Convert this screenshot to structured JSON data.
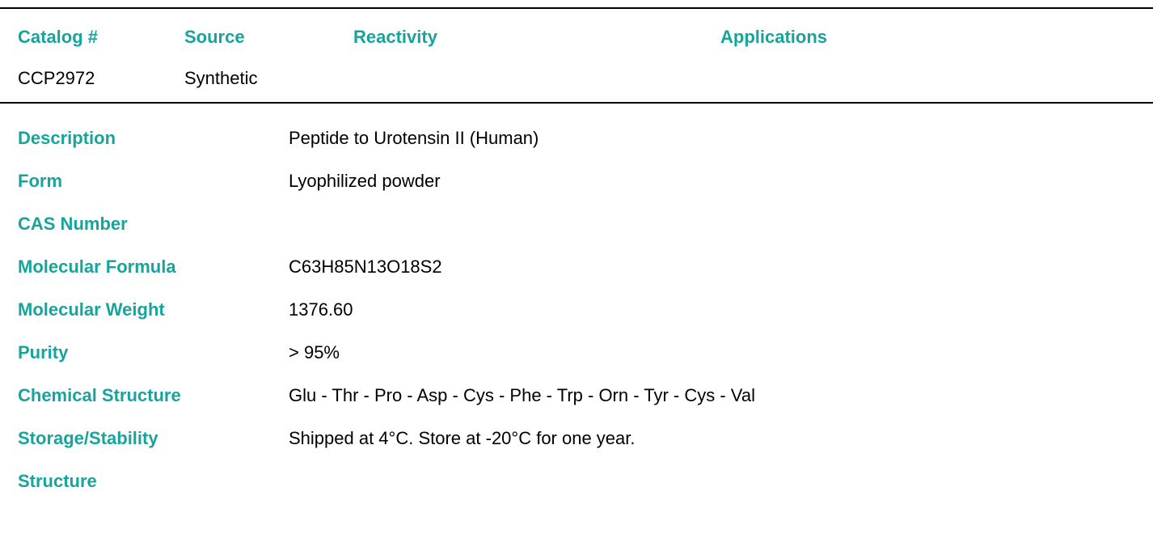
{
  "summary_table": {
    "headers": {
      "catalog": "Catalog #",
      "source": "Source",
      "reactivity": "Reactivity",
      "applications": "Applications"
    },
    "row": {
      "catalog": "CCP2972",
      "source": "Synthetic",
      "reactivity": "",
      "applications": ""
    }
  },
  "details": [
    {
      "label": "Description",
      "value": "Peptide to Urotensin II (Human)"
    },
    {
      "label": "Form",
      "value": "Lyophilized powder"
    },
    {
      "label": "CAS Number",
      "value": ""
    },
    {
      "label": "Molecular Formula",
      "value": "C63H85N13O18S2"
    },
    {
      "label": "Molecular Weight",
      "value": "1376.60"
    },
    {
      "label": "Purity",
      "value": "> 95%"
    },
    {
      "label": "Chemical Structure",
      "value": "Glu - Thr - Pro - Asp - Cys - Phe - Trp - Orn - Tyr - Cys - Val"
    },
    {
      "label": "Storage/Stability",
      "value": "Shipped at 4°C. Store at -20°C for one year."
    },
    {
      "label": "Structure",
      "value": ""
    }
  ],
  "colors": {
    "label": "#17a49d",
    "text": "#000000",
    "rule": "#000000"
  }
}
